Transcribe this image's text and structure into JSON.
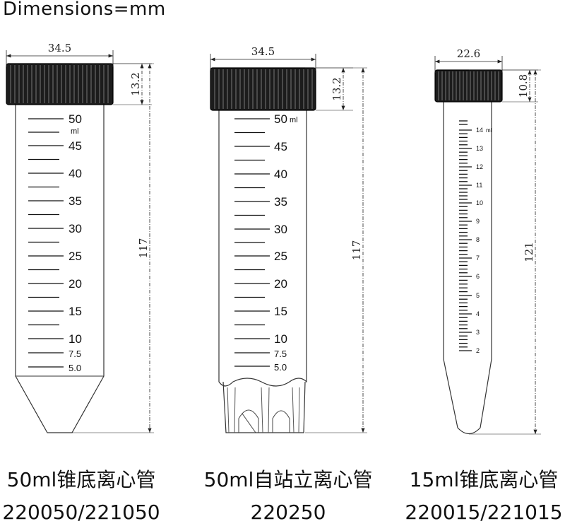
{
  "header": {
    "title": "Dimensions=mm"
  },
  "tubes": [
    {
      "kind": "conical",
      "width_label": "34.5",
      "cap_label": "13.2",
      "height_label": "117",
      "name": "50ml锥底离心管",
      "code": "220050/221050",
      "unit_label": "ml",
      "graduations": [
        "50",
        "45",
        "40",
        "35",
        "30",
        "25",
        "20",
        "15",
        "10",
        "7.5",
        "5.0"
      ]
    },
    {
      "kind": "self-standing",
      "width_label": "34.5",
      "cap_label": "13.2",
      "height_label": "117",
      "name": "50ml自站立离心管",
      "code": "220250",
      "unit_label": "ml",
      "graduations": [
        "50",
        "45",
        "40",
        "35",
        "30",
        "25",
        "20",
        "15",
        "10",
        "7.5",
        "5.0"
      ]
    },
    {
      "kind": "conical-small",
      "width_label": "22.6",
      "cap_label": "10.8",
      "height_label": "121",
      "name": "15ml锥底离心管",
      "code": "220015/221015",
      "unit_label": "ml",
      "graduations": [
        "14",
        "13",
        "12",
        "11",
        "10",
        "9",
        "8",
        "7",
        "6",
        "5",
        "4",
        "3",
        "2"
      ]
    }
  ]
}
